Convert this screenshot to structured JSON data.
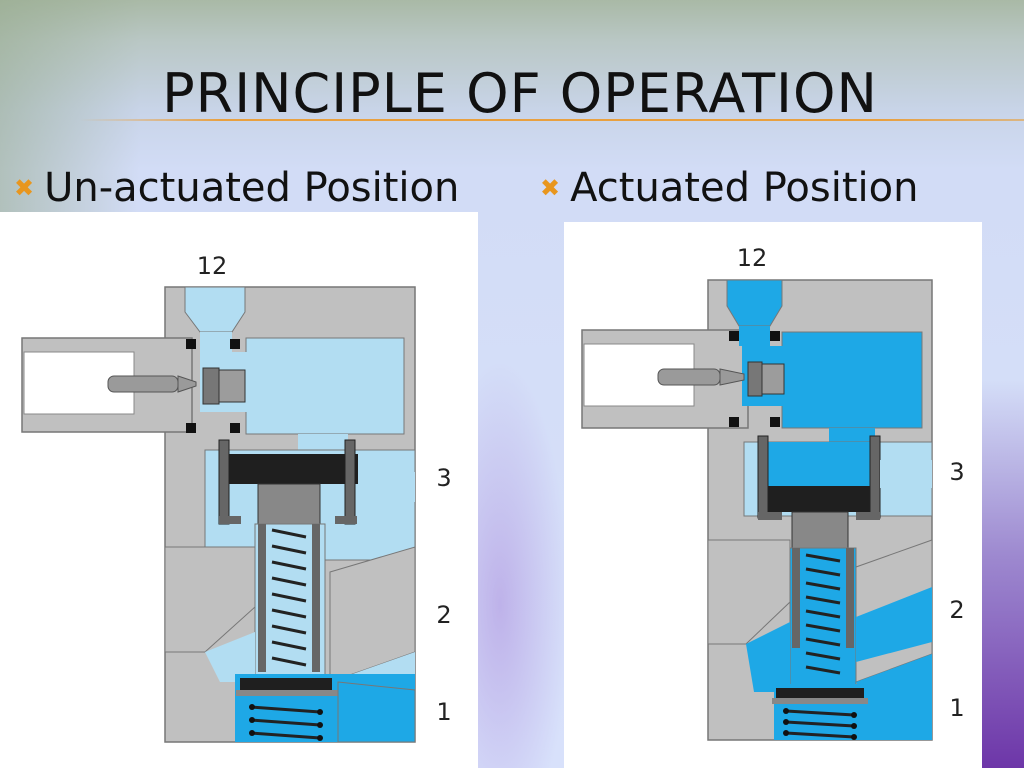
{
  "slide": {
    "title": "PRINCIPLE OF OPERATION",
    "left": {
      "bullet": "Un-actuated Position"
    },
    "right": {
      "bullet": "Actuated Position"
    }
  },
  "ports": {
    "p12": "12",
    "p3": "3",
    "p2": "2",
    "p1": "1"
  },
  "colors": {
    "body_gray": "#c0c0c0",
    "light_fluid": "#b2ddf2",
    "pressure_fluid": "#1ea8e6",
    "dark_part": "#1f1f1f",
    "accent_orange": "#e8961e"
  },
  "icons": {
    "bullet": "x-mark-icon"
  }
}
